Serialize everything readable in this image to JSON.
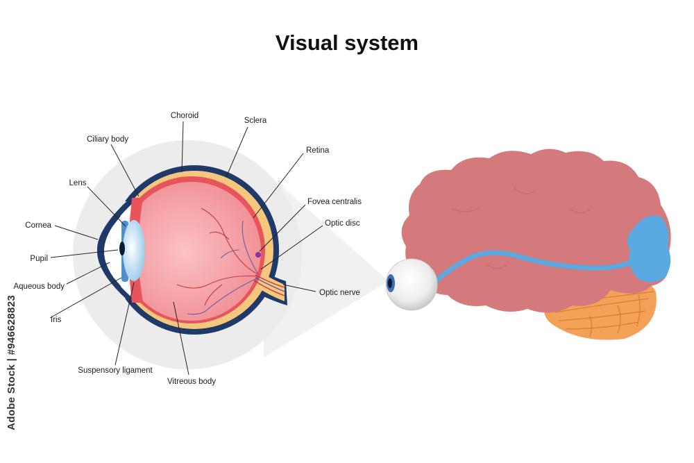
{
  "title": "Visual system",
  "labels": {
    "choroid": "Choroid",
    "sclera": "Sclera",
    "ciliary_body": "Ciliary body",
    "retina": "Retina",
    "lens": "Lens",
    "fovea_centralis": "Fovea centralis",
    "cornea": "Cornea",
    "optic_disc": "Optic disc",
    "pupil": "Pupil",
    "aqueous_body": "Aqueous body",
    "optic_nerve": "Optic nerve",
    "iris": "Iris",
    "suspensory_ligament": "Suspensory ligament",
    "vitreous_body": "Vitreous body"
  },
  "watermark": "Adobe Stock | #946628823",
  "colors": {
    "sclera": "#1f3a68",
    "choroid_band": "#f5c77e",
    "vitreous": "#f6a3a8",
    "retina_red": "#e8545c",
    "lens": "#bfe0f5",
    "iris": "#4f8fd0",
    "brain": "#d4797c",
    "cerebellum": "#f3a059",
    "visual_pathway": "#5aa9e0",
    "zoom_circle": "#ececec"
  }
}
